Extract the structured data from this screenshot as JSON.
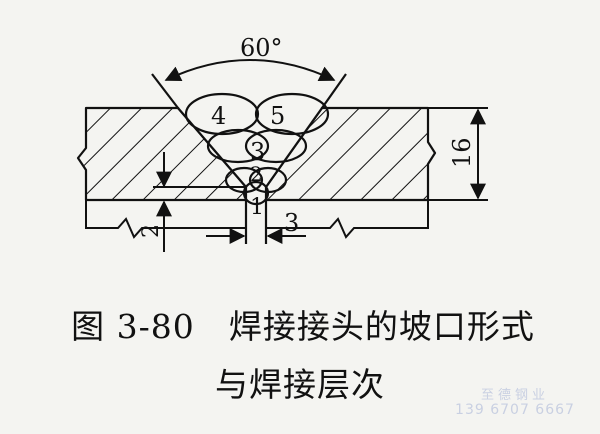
{
  "figure": {
    "angle_label": "60°",
    "thickness_label": "16",
    "gap_label": "3",
    "root_face_label": "2",
    "bead_labels": [
      "1",
      "2",
      "3",
      "4",
      "5"
    ]
  },
  "caption": {
    "figure_number": "图 3-80",
    "title_line1": "焊接接头的坡口形式",
    "title_line2": "与焊接层次"
  },
  "watermark": {
    "line1": "至德钢业",
    "line2": "139 6707 6667"
  }
}
